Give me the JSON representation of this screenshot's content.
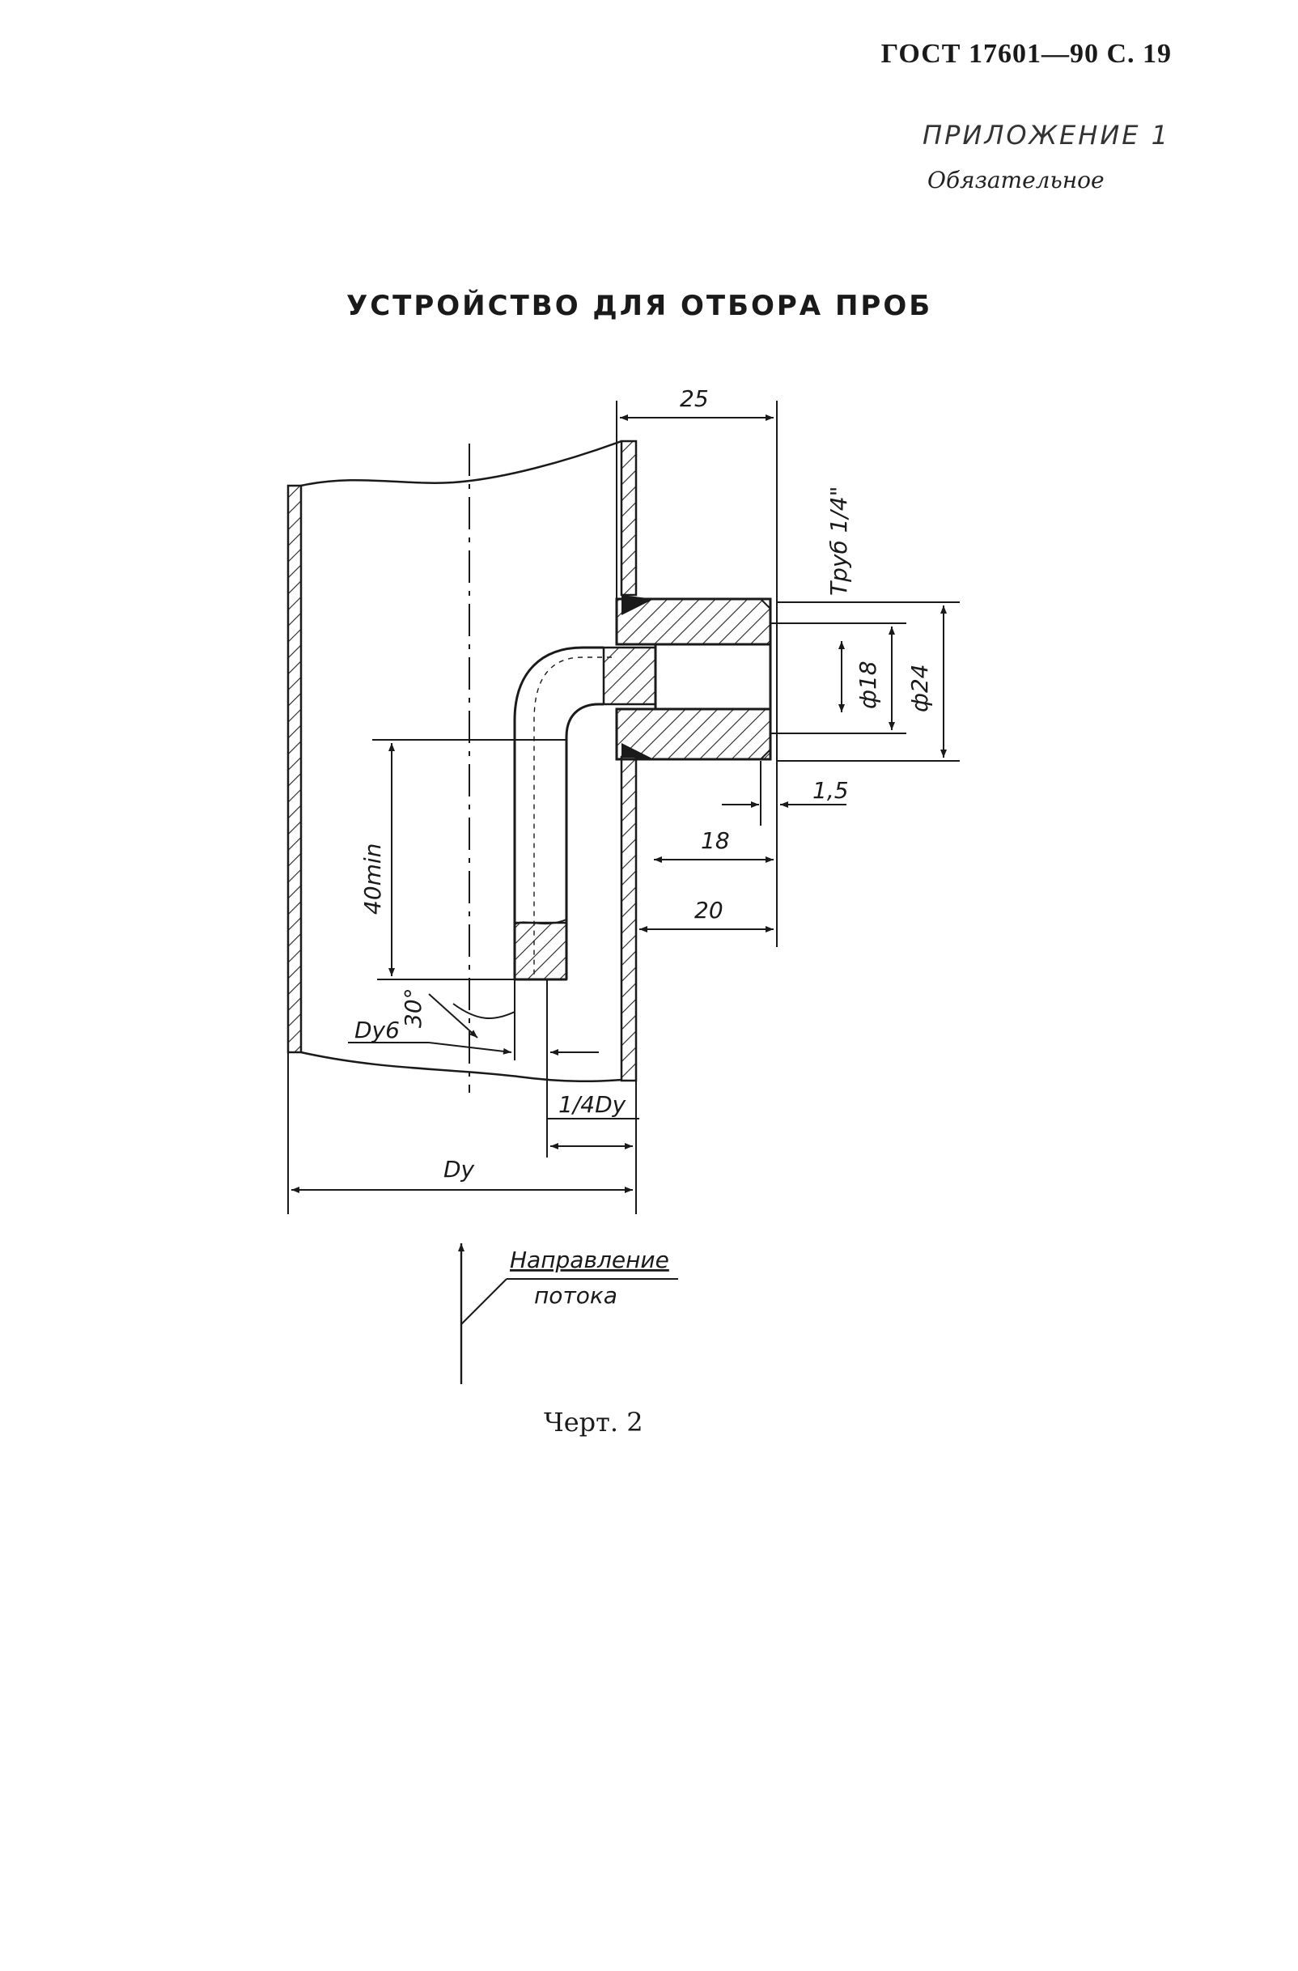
{
  "header": {
    "standard": "ГОСТ 17601—90 С. 19",
    "appendix": "ПРИЛОЖЕНИЕ 1",
    "status": "Обязательное"
  },
  "title": "УСТРОЙСТВО ДЛЯ ОТБОРА ПРОБ",
  "drawing": {
    "dims": {
      "d25": "25",
      "thread": "Труб 1/4\"",
      "d18": "ф18",
      "d24": "ф24",
      "d1_5": "1,5",
      "len18": "18",
      "len20": "20",
      "min40": "40min",
      "angle": "30°",
      "dy6": "Dу6",
      "quarter": "1/4Dу",
      "dy": "Dу"
    },
    "flow": {
      "line1": "Направление",
      "line2": "потока"
    }
  },
  "caption": "Черт. 2"
}
